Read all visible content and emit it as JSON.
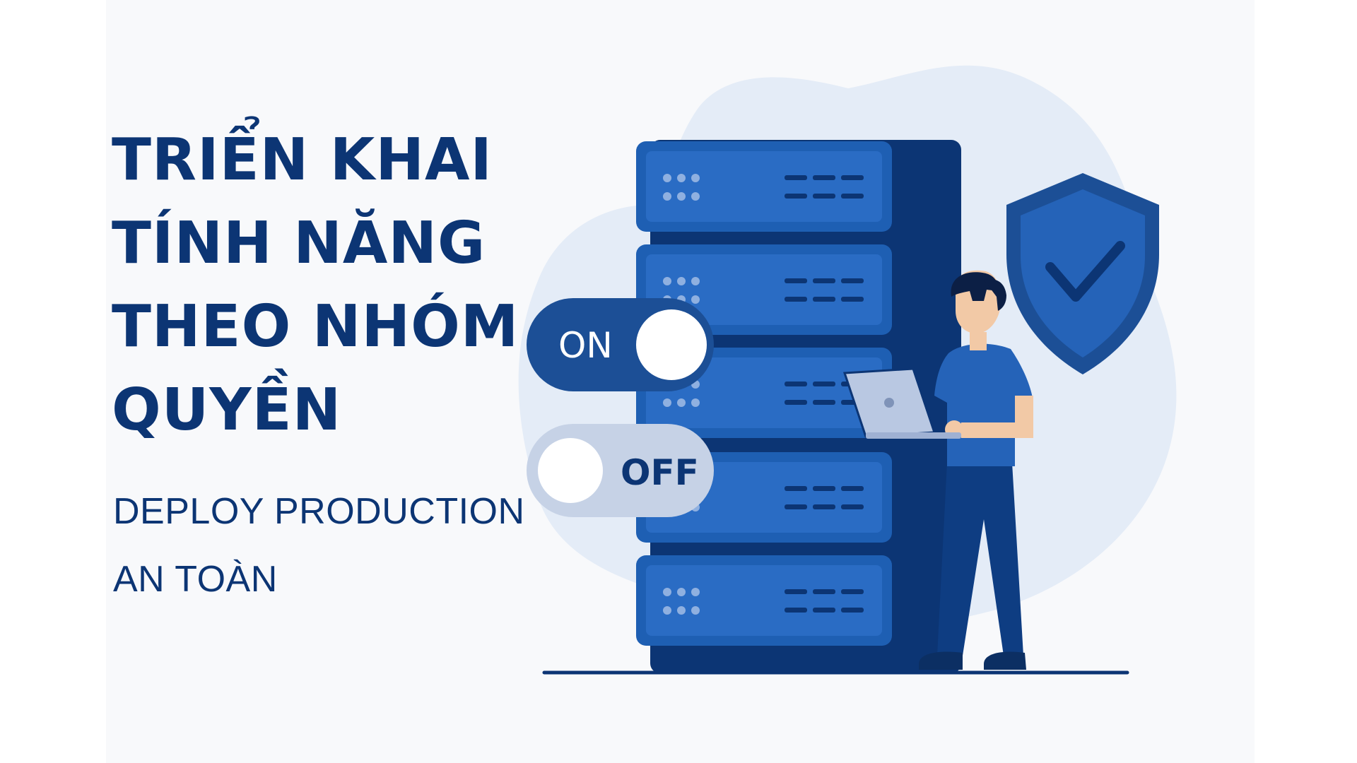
{
  "headline": {
    "line1": "TRIỂN KHAI",
    "line2": "TÍNH NĂNG",
    "line3": "THEO NHÓM",
    "line4": "QUYỀN"
  },
  "subheadline": {
    "line1": "DEPLOY PRODUCTION",
    "line2": "AN TOÀN"
  },
  "toggles": {
    "on_label": "ON",
    "off_label": "OFF"
  },
  "icons": {
    "server": "server-rack-icon",
    "shield": "shield-check-icon",
    "person": "developer-with-laptop-illustration"
  },
  "colors": {
    "navy": "#0c3574",
    "primary_blue": "#1e5fb3",
    "light_blue_blob": "#e4ecf7",
    "background": "#f8f9fb"
  }
}
